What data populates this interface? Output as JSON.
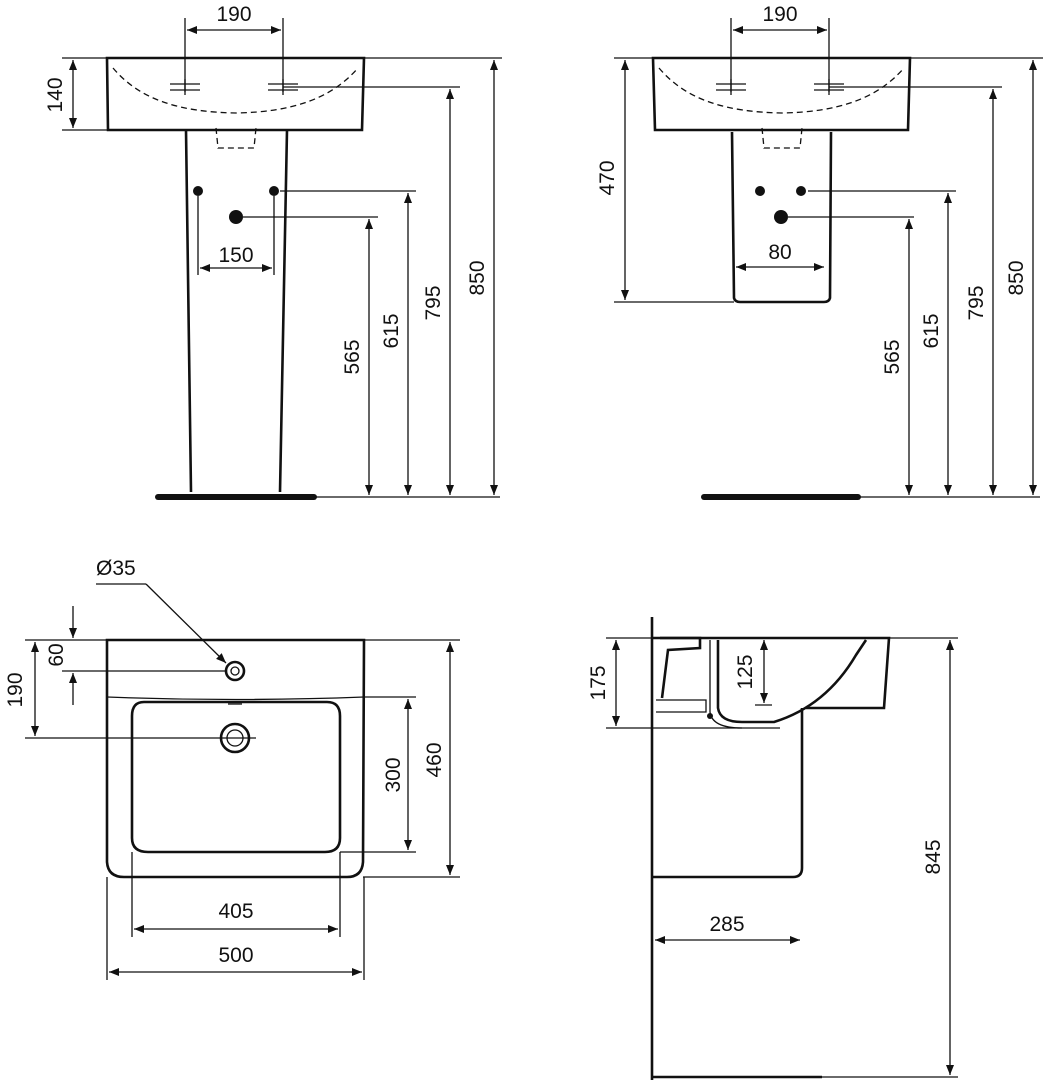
{
  "drawing": {
    "front_pedestal": {
      "tap_spacing": "190",
      "basin_height": "140",
      "pipe_spacing": "150",
      "waste_height": "565",
      "supply_height": "615",
      "tap_height": "795",
      "rim_height": "850"
    },
    "front_semi_pedestal": {
      "tap_spacing": "190",
      "shroud_height": "470",
      "pipe_spacing": "80",
      "waste_height": "565",
      "supply_height": "615",
      "tap_height": "795",
      "rim_height": "850"
    },
    "top_view": {
      "tap_hole_diameter": "Ø35",
      "tap_hole_offset": "60",
      "waste_offset": "190",
      "bowl_depth": "300",
      "overall_depth": "460",
      "bowl_width": "405",
      "overall_width": "500"
    },
    "side_view": {
      "front_height": "175",
      "bowl_height": "125",
      "wall_projection": "285",
      "rim_height": "845"
    }
  }
}
